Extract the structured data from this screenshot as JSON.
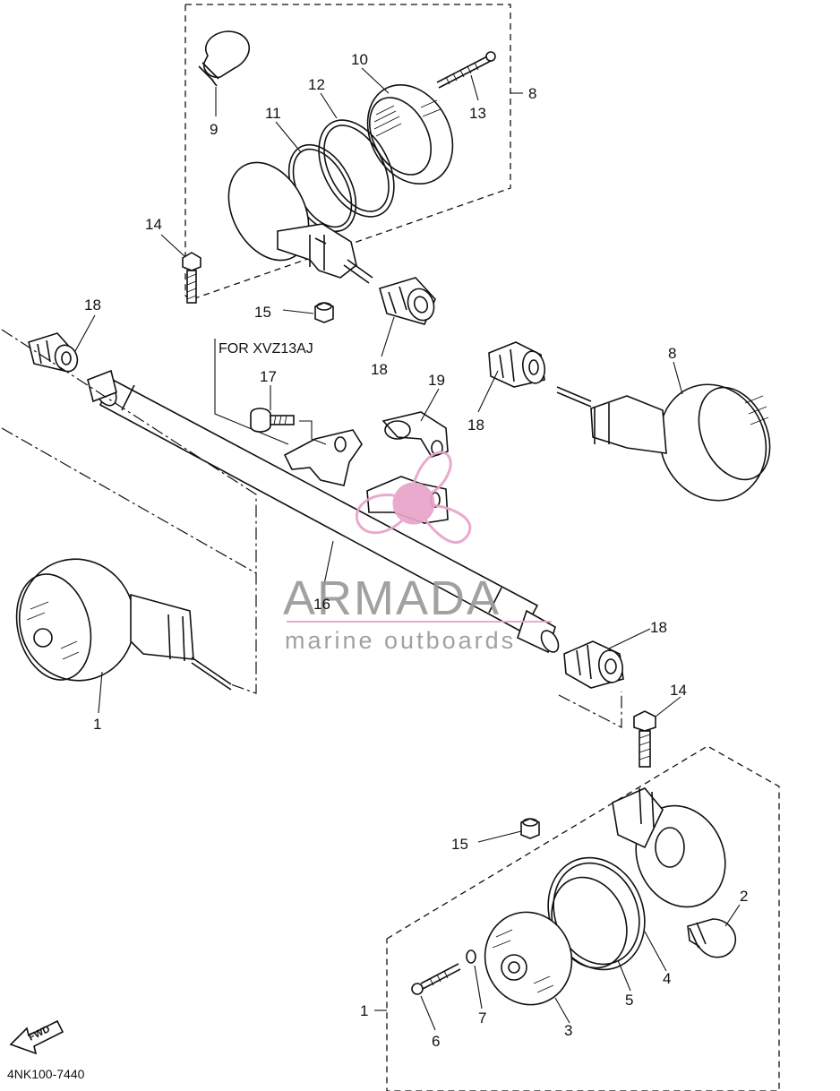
{
  "diagram": {
    "part_callouts": [
      {
        "id": "c1a",
        "text": "1"
      },
      {
        "id": "c1b",
        "text": "1"
      },
      {
        "id": "c2",
        "text": "2"
      },
      {
        "id": "c3",
        "text": "3"
      },
      {
        "id": "c4",
        "text": "4"
      },
      {
        "id": "c5",
        "text": "5"
      },
      {
        "id": "c6",
        "text": "6"
      },
      {
        "id": "c7",
        "text": "7"
      },
      {
        "id": "c8a",
        "text": "8"
      },
      {
        "id": "c8b",
        "text": "8"
      },
      {
        "id": "c9",
        "text": "9"
      },
      {
        "id": "c10",
        "text": "10"
      },
      {
        "id": "c11",
        "text": "11"
      },
      {
        "id": "c12",
        "text": "12"
      },
      {
        "id": "c13",
        "text": "13"
      },
      {
        "id": "c14a",
        "text": "14"
      },
      {
        "id": "c14b",
        "text": "14"
      },
      {
        "id": "c15a",
        "text": "15"
      },
      {
        "id": "c15b",
        "text": "15"
      },
      {
        "id": "c16",
        "text": "16"
      },
      {
        "id": "c17",
        "text": "17"
      },
      {
        "id": "c18a",
        "text": "18"
      },
      {
        "id": "c18b",
        "text": "18"
      },
      {
        "id": "c18c",
        "text": "18"
      },
      {
        "id": "c18d",
        "text": "18"
      },
      {
        "id": "c19",
        "text": "19"
      }
    ],
    "model_note": "FOR XVZ13AJ",
    "diagram_code": "4NK100-7440",
    "fwd_label": "FWD"
  },
  "watermark": {
    "title": "ARMADA",
    "subtitle": "marine outboards",
    "logo_color": "#e8a3c9",
    "rule_color": "#e8a3c9",
    "text_color": "#9a9a9a"
  }
}
